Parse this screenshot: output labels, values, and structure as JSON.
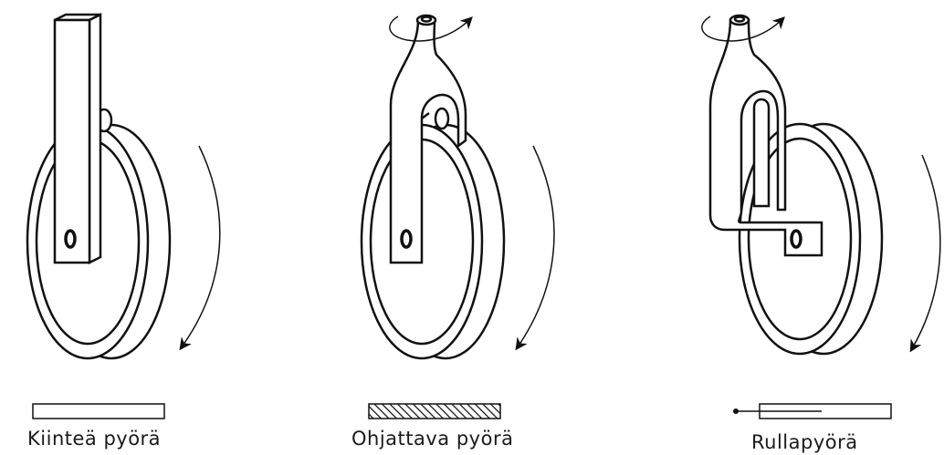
{
  "wheels": [
    {
      "id": "fixed",
      "label": "Kiinteä pyörä"
    },
    {
      "id": "steered",
      "label": "Ohjattava pyörä"
    },
    {
      "id": "castor",
      "label": "Rullapyörä"
    }
  ],
  "colors": {
    "stroke": "#111111",
    "fill": "#ffffff",
    "text": "#1a1a1a"
  }
}
